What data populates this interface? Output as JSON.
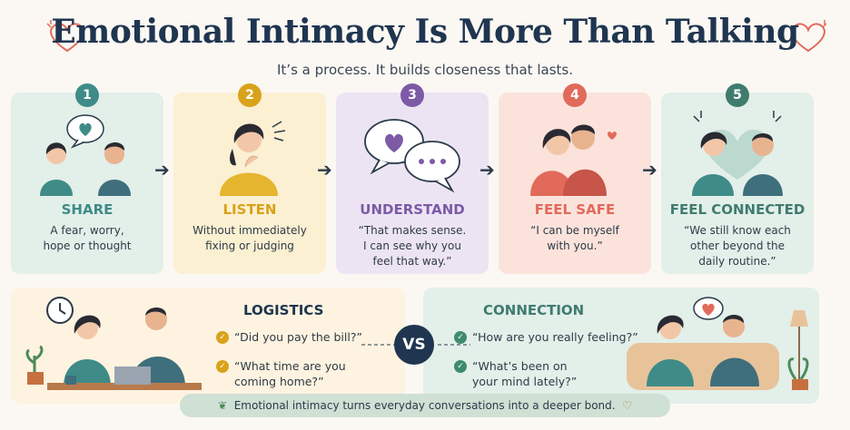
{
  "header": {
    "title": "Emotional Intimacy Is More Than Talking",
    "subtitle": "It’s a process. It builds closeness that lasts."
  },
  "colors": {
    "navy": "#1f3550",
    "share": "#3f8b88",
    "listen": "#d9a21b",
    "understand": "#7d5aa6",
    "feel_safe": "#e16a5a",
    "feel_connected": "#3f7c6e"
  },
  "steps": [
    {
      "num": "1",
      "title": "SHARE",
      "desc": [
        "A fear, worry,",
        "hope or thought"
      ]
    },
    {
      "num": "2",
      "title": "LISTEN",
      "desc": [
        "Without immediately",
        "fixing or judging"
      ]
    },
    {
      "num": "3",
      "title": "UNDERSTAND",
      "desc": [
        "“That makes sense.",
        "I can see why you",
        "feel that way.”"
      ]
    },
    {
      "num": "4",
      "title": "FEEL SAFE",
      "desc": [
        "“I can be myself",
        "with you.”"
      ]
    },
    {
      "num": "5",
      "title": "FEEL CONNECTED",
      "desc": [
        "“We still know each",
        "other beyond the",
        "daily routine.”"
      ]
    }
  ],
  "logistics": {
    "title": "LOGISTICS",
    "items": [
      [
        "“Did you pay the bill?”"
      ],
      [
        "“What time are you",
        "coming home?”"
      ]
    ]
  },
  "vs_label": "VS",
  "connection": {
    "title": "CONNECTION",
    "items": [
      [
        "“How are you really feeling?”"
      ],
      [
        "“What’s been on",
        "your mind lately?”"
      ]
    ]
  },
  "footer": {
    "text": "Emotional intimacy turns everyday conversations into a deeper bond."
  }
}
